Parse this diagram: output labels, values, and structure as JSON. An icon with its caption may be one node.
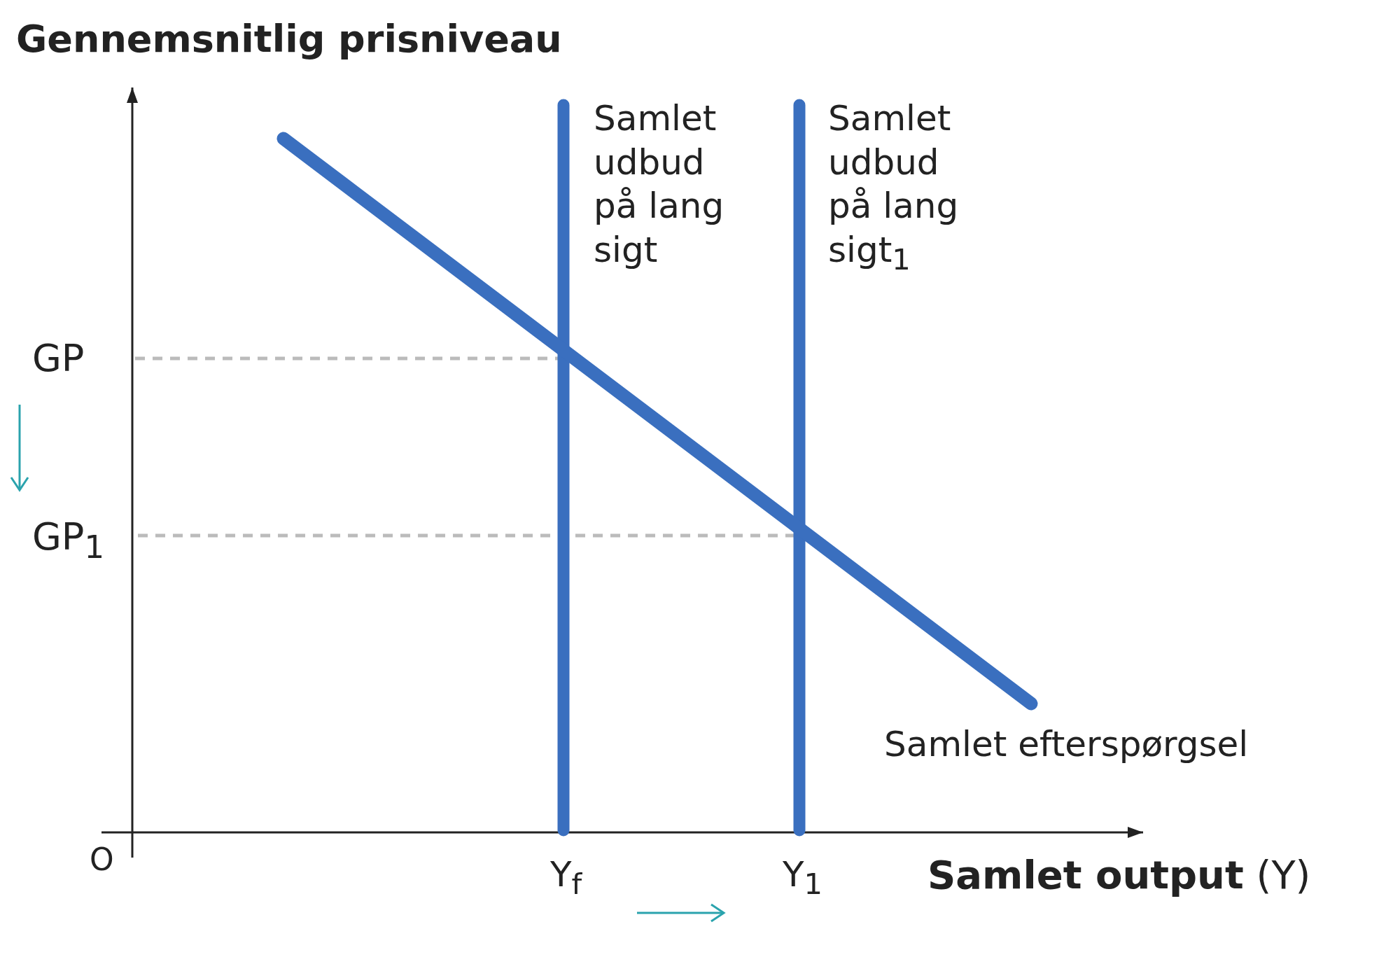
{
  "diagram": {
    "labels": [
      "Gennemsnitlig prisniveau",
      "Samlet udbud på lang sigt",
      "Samlet udbud på lang sigt$_{1}$",
      "GP",
      "GP$_{1}$",
      "Samlet efterspørgsel",
      "O",
      "Y$_{f}$",
      "Y$_{1}$",
      "**Samlet output** (Y)"
    ]
  }
}
